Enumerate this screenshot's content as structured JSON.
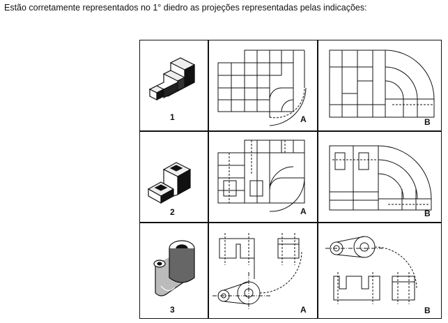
{
  "question": {
    "text": "Estão corretamente representados no 1° diedro as projeções representadas pelas indicações:"
  },
  "rows": [
    {
      "object_label": "1",
      "option_a": "A",
      "option_b": "B"
    },
    {
      "object_label": "2",
      "option_a": "A",
      "option_b": "B"
    },
    {
      "object_label": "3",
      "option_a": "A",
      "option_b": "B"
    }
  ]
}
